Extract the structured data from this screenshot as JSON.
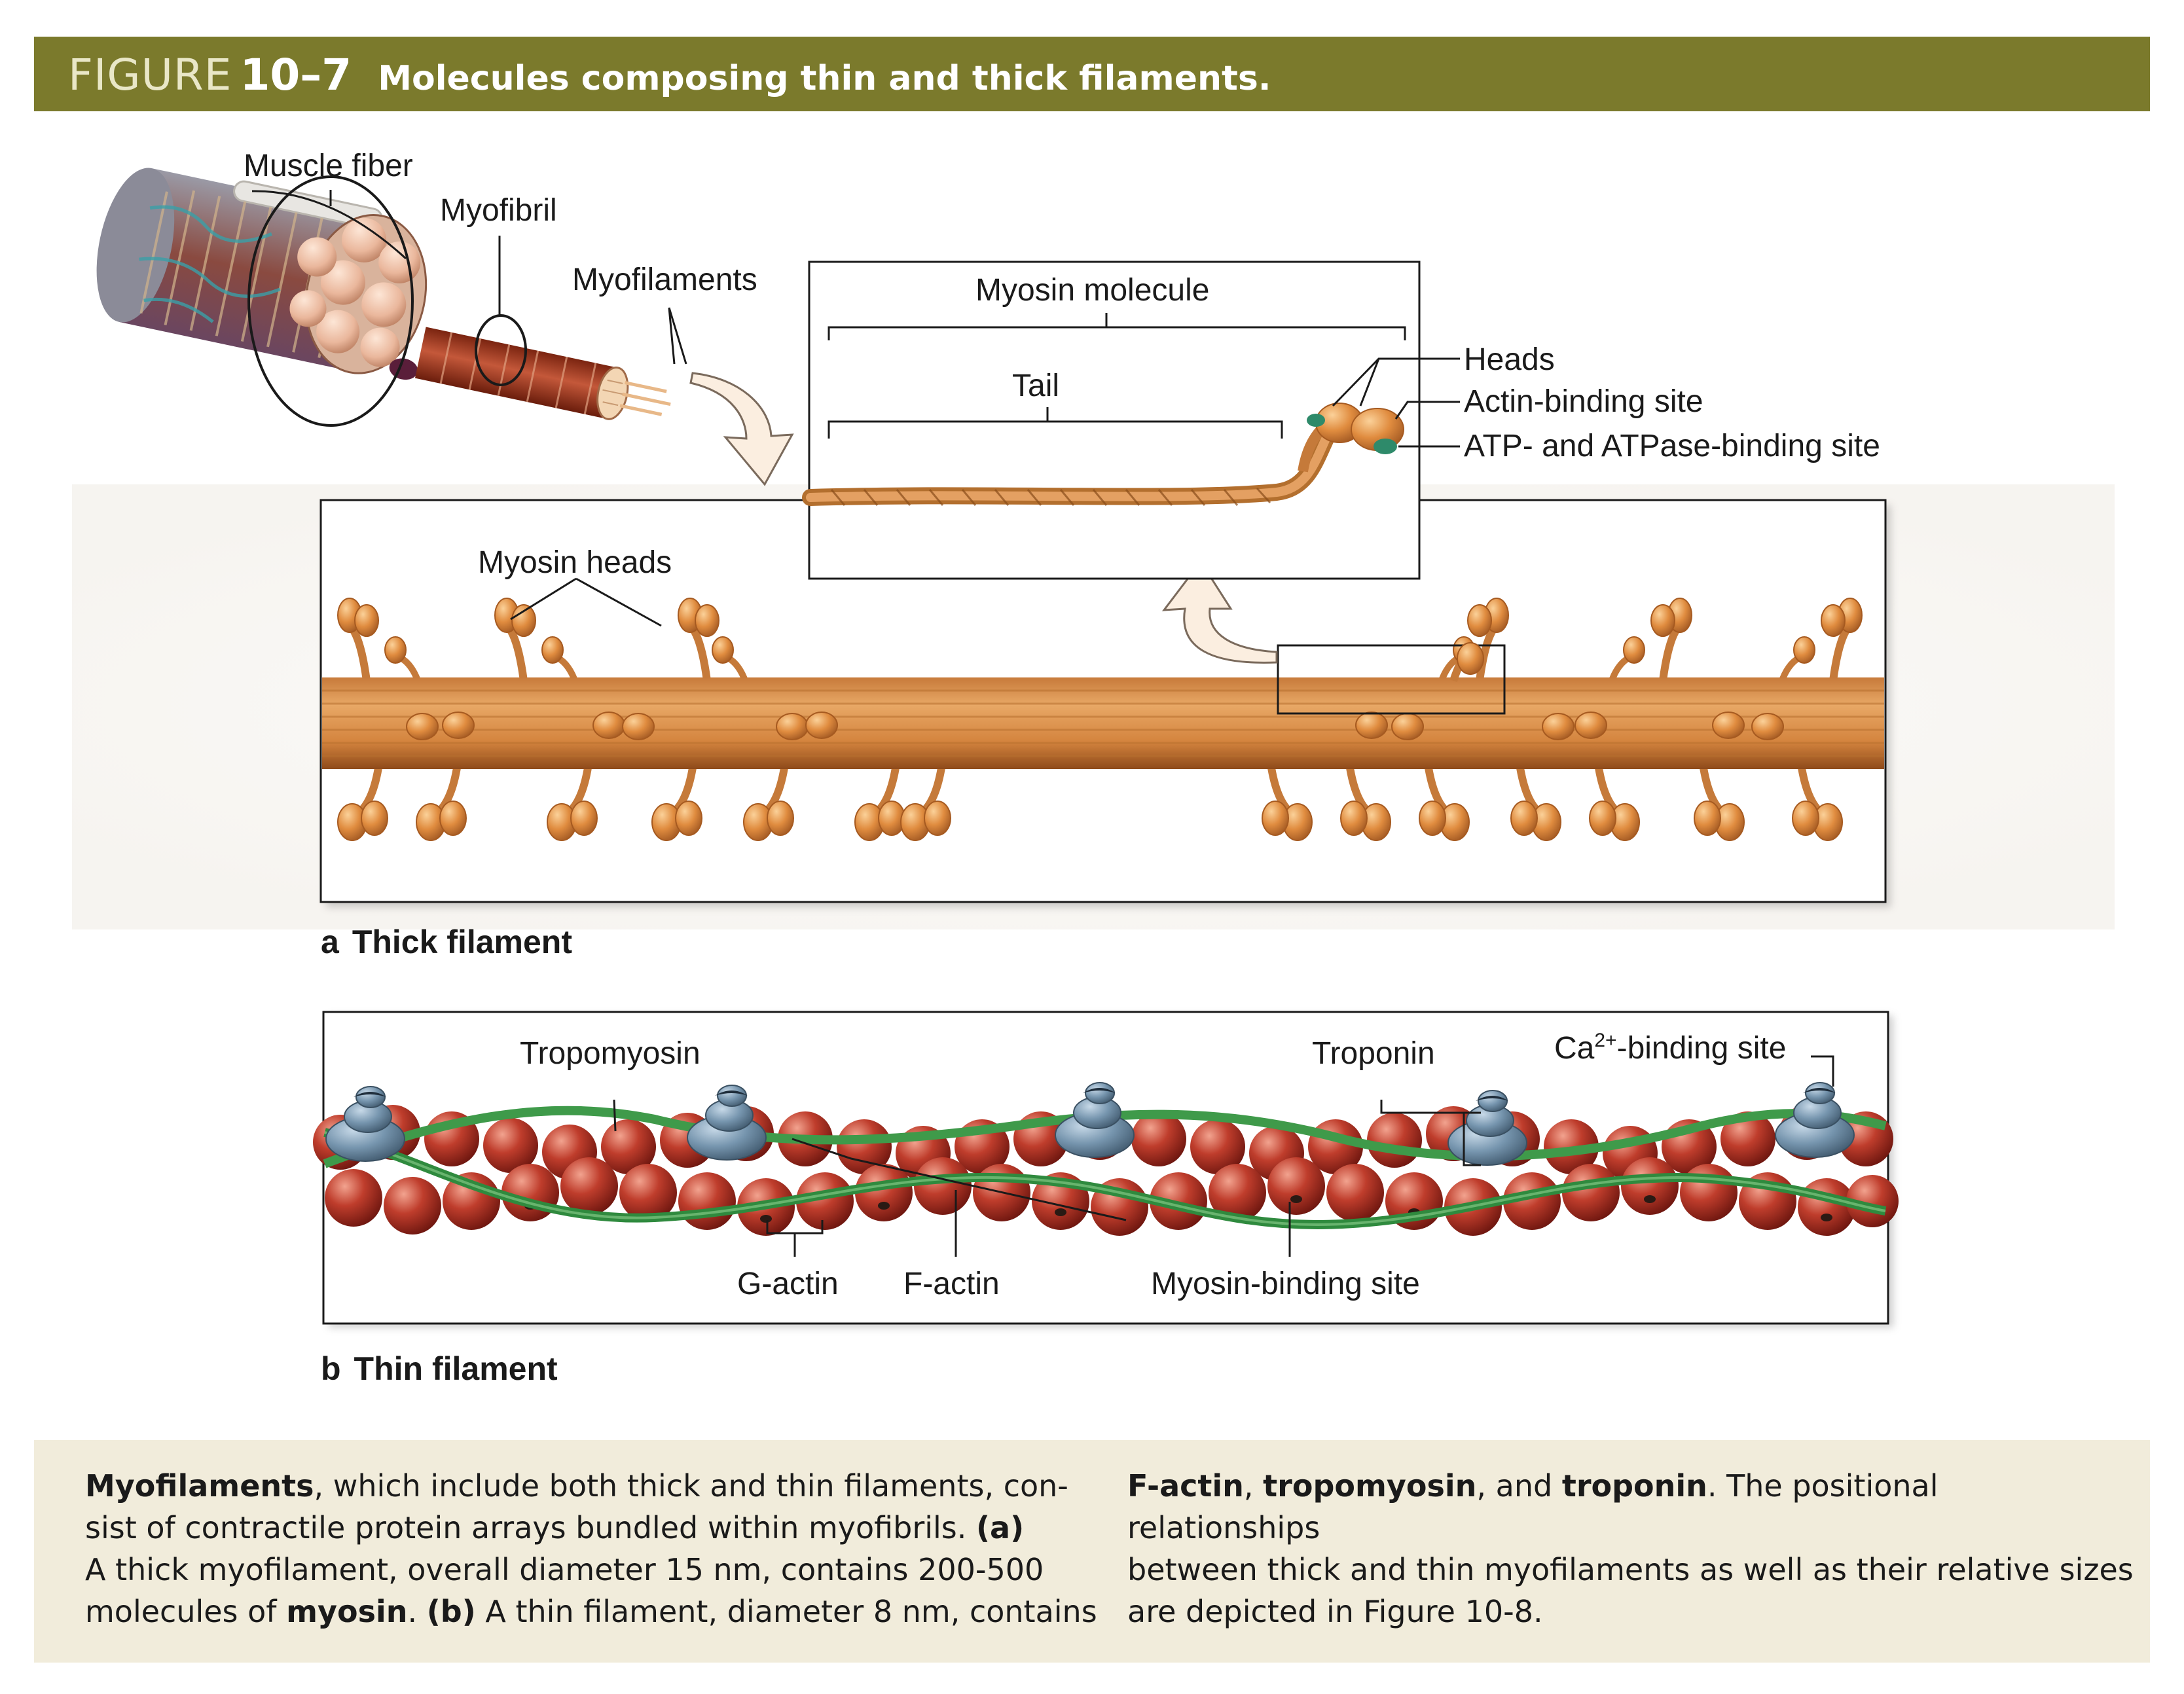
{
  "banner": {
    "figure_word": "FIGURE",
    "figure_number": "10–7",
    "title": "Molecules composing thin and thick filaments."
  },
  "colors": {
    "banner_bg": "#7b7a2c",
    "caption_bg": "#f1ecdb",
    "myosin": "#d98a3e",
    "actin": "#b8372b",
    "tropomyosin": "#3f9a4a",
    "troponin": "#6d8aa3"
  },
  "labels": {
    "muscle_fiber": "Muscle fiber",
    "myofibril": "Myofibril",
    "myofilaments": "Myofilaments",
    "myosin_molecule": "Myosin molecule",
    "tail": "Tail",
    "heads": "Heads",
    "actin_binding_site": "Actin-binding site",
    "atp_binding_site": "ATP- and ATPase-binding site",
    "myosin_heads": "Myosin heads",
    "tropomyosin": "Tropomyosin",
    "troponin": "Troponin",
    "ca_prefix": "Ca",
    "ca_sup": "2+",
    "ca_suffix": "-binding site",
    "g_actin": "G-actin",
    "f_actin": "F-actin",
    "myosin_binding_site": "Myosin-binding site"
  },
  "panels": {
    "a": {
      "letter": "a",
      "title": "Thick filament"
    },
    "b": {
      "letter": "b",
      "title": "Thin filament"
    }
  },
  "caption": {
    "col1": {
      "t1": "Myofilaments",
      "t2": ", which include both thick and thin filaments, con-",
      "t3": "sist of contractile protein arrays bundled within myofibrils. ",
      "t4": "(a)",
      "t5": "A thick myofilament, overall diameter 15 nm, contains 200-500",
      "t6": "molecules of ",
      "t7": "myosin",
      "t8": ". ",
      "t9": "(b)",
      "t10": " A thin filament, diameter 8 nm, contains"
    },
    "col2": {
      "t1": "F-actin",
      "t2": ", ",
      "t3": "tropomyosin",
      "t4": ", and ",
      "t5": "troponin",
      "t6": ". The positional relationships",
      "t7": "between thick and thin myofilaments as well as their relative sizes",
      "t8": "are depicted in Figure 10-8."
    }
  }
}
